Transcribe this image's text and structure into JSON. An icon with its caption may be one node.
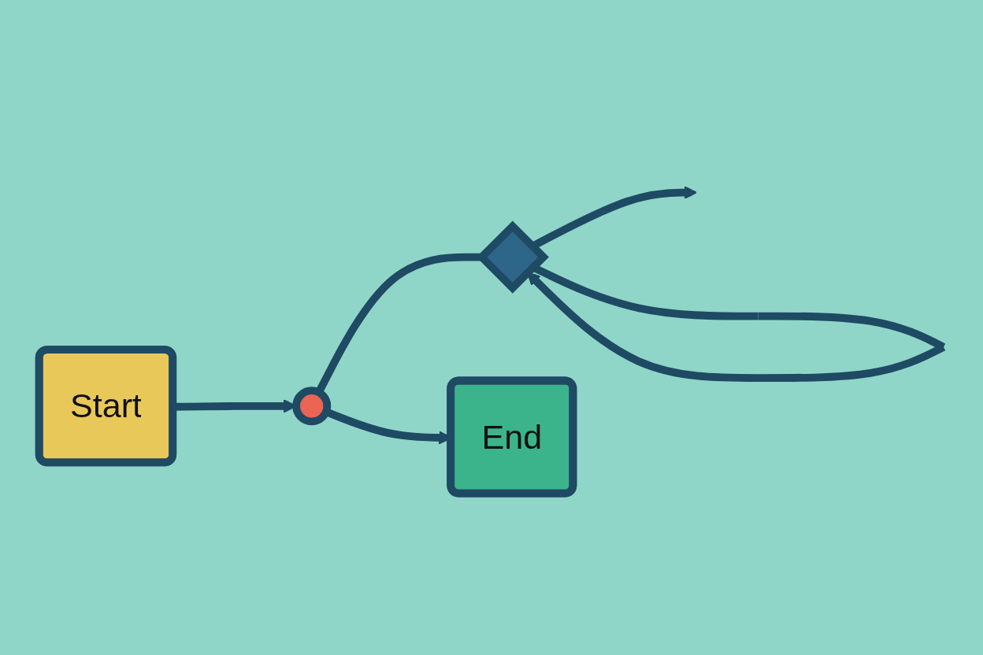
{
  "diagram": {
    "nodes": [
      {
        "text": [
          "Start"
        ]
      },
      {
        "text": [],
        "shape": "circle"
      },
      {
        "text": [],
        "shape": "diamond"
      },
      {
        "text": [
          "End"
        ]
      }
    ],
    "edges": [
      {
        "from": 0,
        "to": 1,
        "arrow": "to"
      },
      {
        "from": 1,
        "to": 3,
        "arrow": "to"
      },
      {
        "from": 1,
        "to": 2,
        "arrow": "none"
      },
      {
        "from": 2,
        "to": 2,
        "arrow": "to"
      },
      {
        "from": 2,
        "to": null,
        "arrow": "to"
      }
    ]
  }
}
